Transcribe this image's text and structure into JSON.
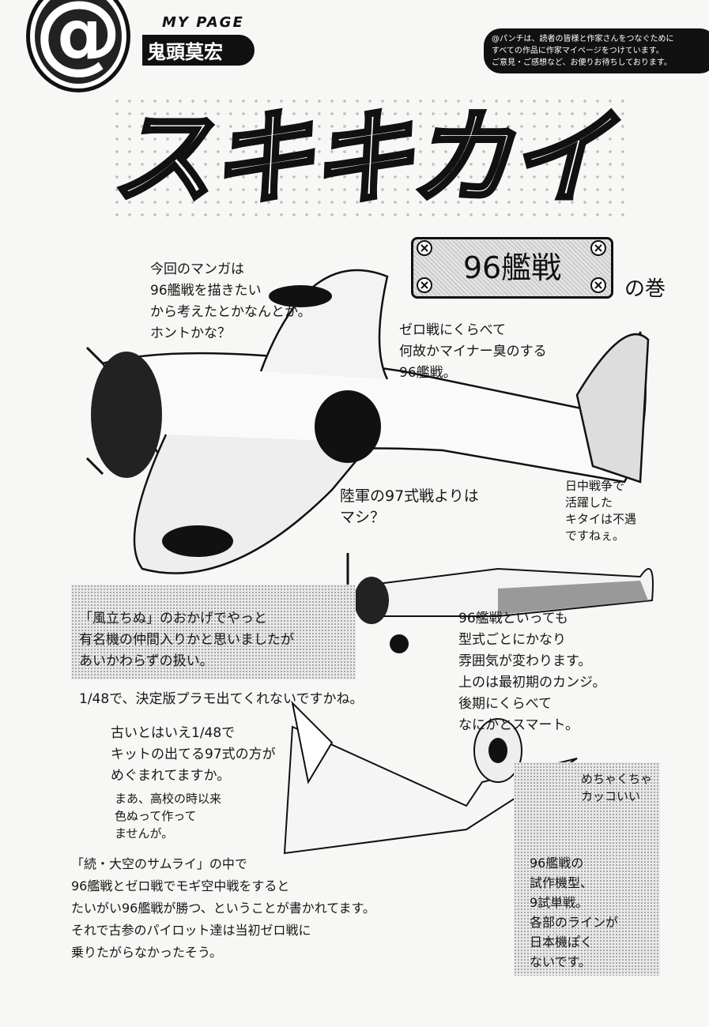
{
  "header": {
    "logo_symbol": "@",
    "section_label": "MY PAGE",
    "author": "鬼頭莫宏",
    "notice_lines": [
      "@パンチは、読者の皆様と作家さんをつなぐために",
      "すべての作品に作家マイページをつけています。",
      "ご意見・ご感想など、お便りお待ちしております。"
    ]
  },
  "title": "スキキカイ",
  "subtitle": {
    "main": "96艦戦",
    "suffix": "の巻"
  },
  "notes": {
    "intro": "今回のマンガは\n96艦戦を描きたい\nから考えたとかなんとか。\nホントかな？",
    "zero_compare": "ゼロ戦にくらべて\n何故かマイナー臭のする\n96艦戦。",
    "army": "陸軍の97式戦よりは\nマシ？",
    "china": "日中戦争で\n活躍した\nキタイは不遇\nですねぇ。",
    "kaze": "「風立ちぬ」のおかげでやっと\n有名機の仲間入りかと思いましたが\nあいかわらずの扱い。",
    "types": "96艦戦といっても\n型式ごとにかなり\n雰囲気が変わります。\n上のは最初期のカンジ。\n後期にくらべて\nなにかとスマート。",
    "kit": "1/48で、決定版プラモ出てくれないですかね。",
    "old_kit": "古いとはいえ1/48で\nキットの出てる97式の方が\nめぐまれてますか。",
    "school": "まあ、高校の時以来\n色ぬって作って\nませんが。",
    "cool": "めちゃくちゃ\nカッコいい",
    "prototype": "96艦戦の\n試作機型、\n9試単戦。\n各部のラインが\n日本機ぽく\nないです。",
    "samurai": "「続・大空のサムライ」の中で\n96艦戦とゼロ戦でモギ空中戦をすると\nたいがい96艦戦が勝つ、ということが書かれてます。\nそれで古参のパイロット達は当初ゼロ戦に\n乗りたがらなかったそう。"
  }
}
